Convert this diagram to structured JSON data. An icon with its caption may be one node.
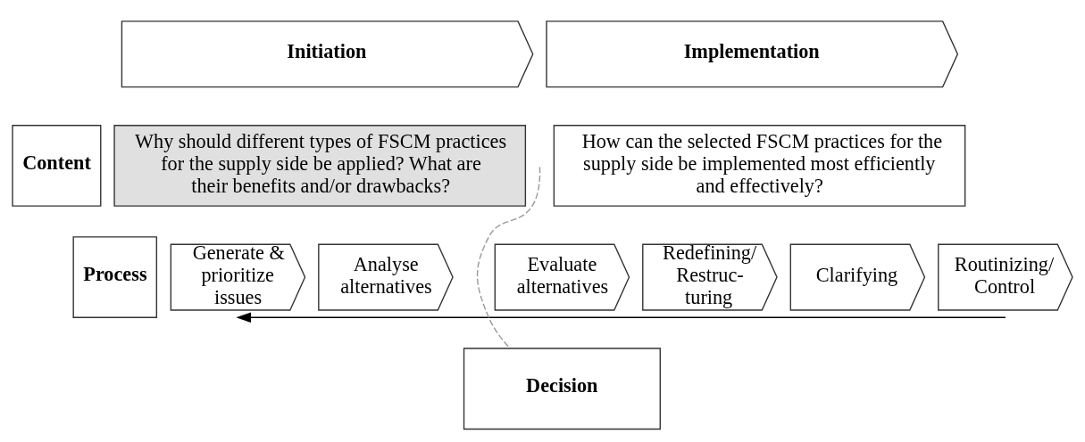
{
  "diagram": {
    "nodes": [
      {
        "text": [
          "Initiation"
        ]
      },
      {
        "text": [
          "Implementation"
        ]
      },
      {
        "text": [
          "Content"
        ]
      },
      {
        "text": [
          "Why should different types of FSCM practices for the supply side be applied? What are their benefits and/or drawbacks?"
        ]
      },
      {
        "text": [
          "How can the selected FSCM practices for the supply side be implemented most efficiently and effectively?"
        ]
      },
      {
        "text": [
          "Process"
        ]
      },
      {
        "text": [
          "Generate & prioritize issues"
        ]
      },
      {
        "text": [
          "Analyse alternatives"
        ]
      },
      {
        "text": [
          "Evaluate alternatives"
        ]
      },
      {
        "text": [
          "Redefining/ Restruc- turing"
        ]
      },
      {
        "text": [
          "Clarifying"
        ]
      },
      {
        "text": [
          "Routinizing/ Control"
        ]
      },
      {
        "text": [
          "Decision"
        ]
      }
    ],
    "edges": [
      {
        "from": 11,
        "to": 6,
        "arrow": "to"
      },
      {
        "from": null,
        "to": 12,
        "arrow": "none",
        "style": "dashed",
        "color": "#999999"
      }
    ]
  }
}
